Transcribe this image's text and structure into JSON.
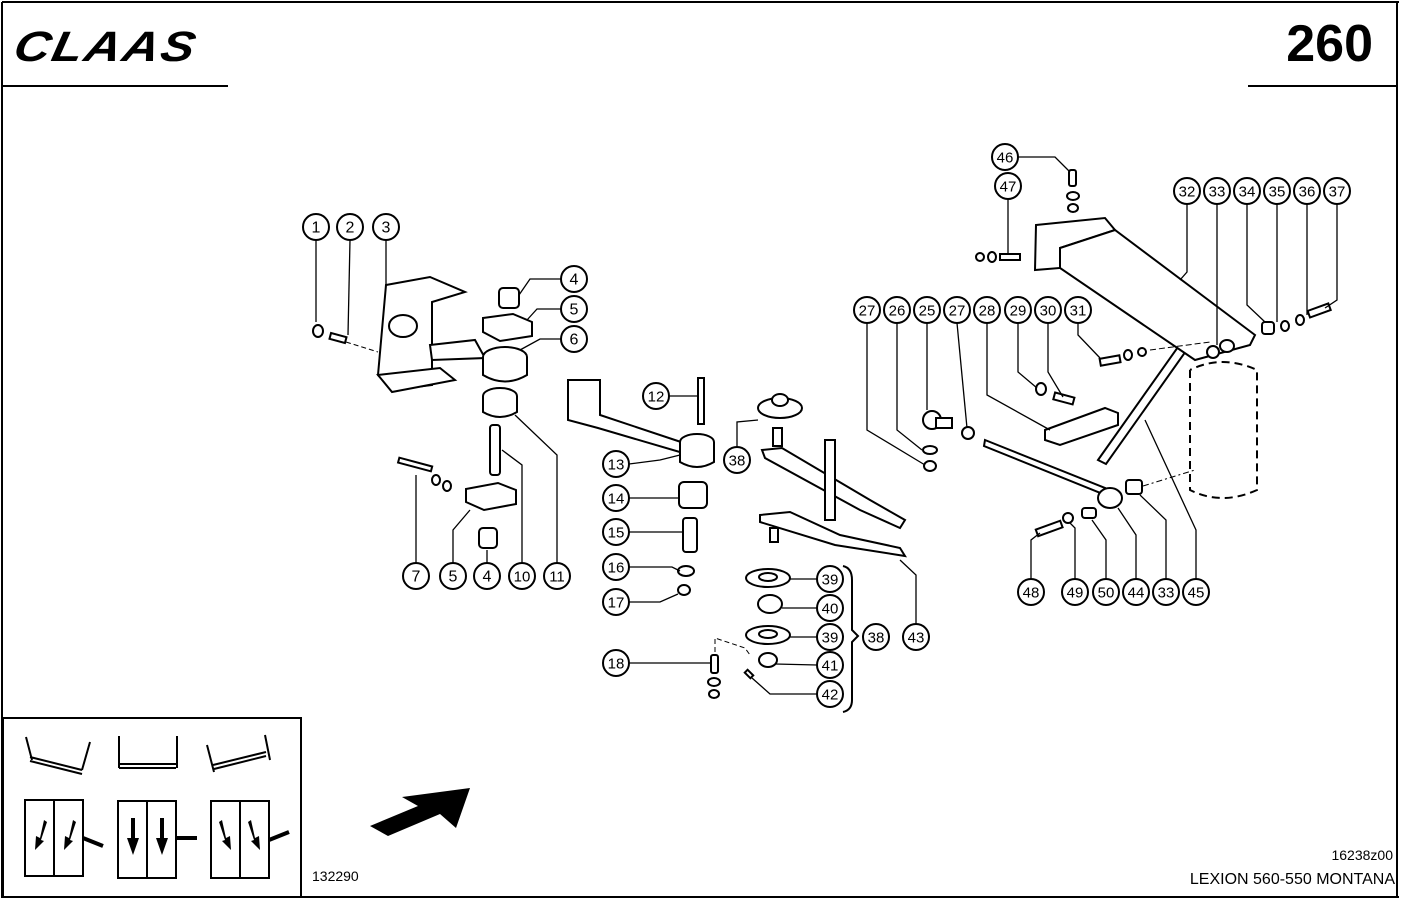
{
  "header": {
    "brand": "CLAAS",
    "page_number": "260"
  },
  "footer": {
    "reference_number": "132290",
    "drawing_id": "16238z00",
    "model": "LEXION 560-550 MONTANA"
  },
  "callouts": [
    {
      "id": "c1",
      "label": "1"
    },
    {
      "id": "c2",
      "label": "2"
    },
    {
      "id": "c3",
      "label": "3"
    },
    {
      "id": "c4a",
      "label": "4"
    },
    {
      "id": "c5a",
      "label": "5"
    },
    {
      "id": "c6",
      "label": "6"
    },
    {
      "id": "c7",
      "label": "7"
    },
    {
      "id": "c5b",
      "label": "5"
    },
    {
      "id": "c4b",
      "label": "4"
    },
    {
      "id": "c10",
      "label": "10"
    },
    {
      "id": "c11",
      "label": "11"
    },
    {
      "id": "c12",
      "label": "12"
    },
    {
      "id": "c13",
      "label": "13"
    },
    {
      "id": "c14",
      "label": "14"
    },
    {
      "id": "c15",
      "label": "15"
    },
    {
      "id": "c16",
      "label": "16"
    },
    {
      "id": "c17",
      "label": "17"
    },
    {
      "id": "c18",
      "label": "18"
    },
    {
      "id": "c38a",
      "label": "38"
    },
    {
      "id": "c39a",
      "label": "39"
    },
    {
      "id": "c40",
      "label": "40"
    },
    {
      "id": "c39b",
      "label": "39"
    },
    {
      "id": "c41",
      "label": "41"
    },
    {
      "id": "c42",
      "label": "42"
    },
    {
      "id": "c38b",
      "label": "38"
    },
    {
      "id": "c43",
      "label": "43"
    },
    {
      "id": "c27a",
      "label": "27"
    },
    {
      "id": "c26",
      "label": "26"
    },
    {
      "id": "c25",
      "label": "25"
    },
    {
      "id": "c27b",
      "label": "27"
    },
    {
      "id": "c28",
      "label": "28"
    },
    {
      "id": "c29",
      "label": "29"
    },
    {
      "id": "c30",
      "label": "30"
    },
    {
      "id": "c31",
      "label": "31"
    },
    {
      "id": "c46",
      "label": "46"
    },
    {
      "id": "c47",
      "label": "47"
    },
    {
      "id": "c32",
      "label": "32"
    },
    {
      "id": "c33a",
      "label": "33"
    },
    {
      "id": "c34",
      "label": "34"
    },
    {
      "id": "c35",
      "label": "35"
    },
    {
      "id": "c36",
      "label": "36"
    },
    {
      "id": "c37",
      "label": "37"
    },
    {
      "id": "c48",
      "label": "48"
    },
    {
      "id": "c49",
      "label": "49"
    },
    {
      "id": "c50",
      "label": "50"
    },
    {
      "id": "c44",
      "label": "44"
    },
    {
      "id": "c33b",
      "label": "33"
    },
    {
      "id": "c45",
      "label": "45"
    }
  ],
  "inset": {
    "positions": [
      "tilted-left",
      "level",
      "tilted-right"
    ]
  }
}
